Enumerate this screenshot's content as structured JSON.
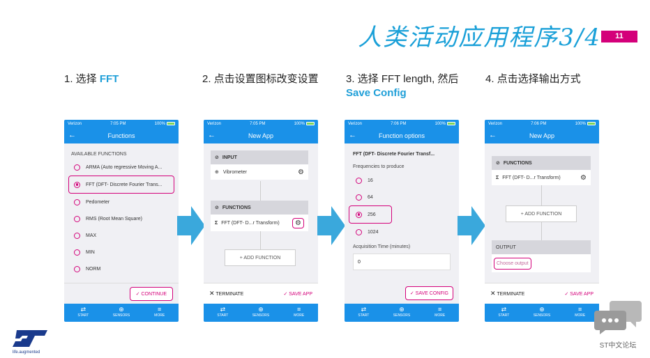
{
  "header": {
    "title": "人类活动应用程序3/4",
    "page_number": "11"
  },
  "steps": [
    {
      "prefix": "1. 选择 ",
      "highlight": "FFT",
      "suffix": ""
    },
    {
      "prefix": "2. 点击设置图标改变设置",
      "highlight": "",
      "suffix": ""
    },
    {
      "prefix": "3. 选择 FFT length, 然后 ",
      "highlight": "Save Config",
      "suffix": ""
    },
    {
      "prefix": "4. 点击选择输出方式",
      "highlight": "",
      "suffix": ""
    }
  ],
  "status": {
    "carrier": "Verizon",
    "battery": "100%"
  },
  "times": [
    "7:05 PM",
    "7:05 PM",
    "7:06 PM",
    "7:06 PM"
  ],
  "tabs": {
    "start": "START",
    "sensors": "SENSORS",
    "more": "MORE"
  },
  "screen1": {
    "title": "Functions",
    "list_title": "AVAILABLE FUNCTIONS",
    "items": [
      "ARMA (Auto regressive Moving A...",
      "FFT (DFT- Discrete Fourier Trans...",
      "Pedometer",
      "RMS (Root Mean Square)",
      "MAX",
      "MIN",
      "NORM"
    ],
    "selected_index": 1,
    "continue": "CONTINUE"
  },
  "screen2": {
    "title": "New App",
    "input_header": "INPUT",
    "input_value": "Vibrometer",
    "functions_header": "FUNCTIONS",
    "function_value": "FFT (DFT- D...r Transform)",
    "add_function": "+ ADD FUNCTION",
    "terminate": "TERMINATE",
    "save_app": "SAVE APP"
  },
  "screen3": {
    "title": "Function options",
    "function_name": "FFT (DFT- Discrete Fourier Transf...",
    "freq_label": "Frequencies to produce",
    "frequencies": [
      "16",
      "64",
      "256",
      "1024"
    ],
    "selected_index": 2,
    "acq_label": "Acquisition Time (minutes)",
    "acq_value": "0",
    "save_config": "SAVE CONFIG"
  },
  "screen4": {
    "title": "New App",
    "functions_header": "FUNCTIONS",
    "function_value": "FFT (DFT- D...r Transform)",
    "add_function": "+ ADD FUNCTION",
    "output_header": "OUTPUT",
    "output_placeholder": "Choose output",
    "terminate": "TERMINATE",
    "save_app": "SAVE APP"
  },
  "footer": {
    "logo_text": "ST",
    "tagline": "life.augmented",
    "forum_label": "ST中文论坛"
  },
  "colors": {
    "accent": "#1a91e8",
    "highlight": "#d4007a",
    "title_blue": "#1aa0d8",
    "arrow": "#3aa8dc"
  }
}
